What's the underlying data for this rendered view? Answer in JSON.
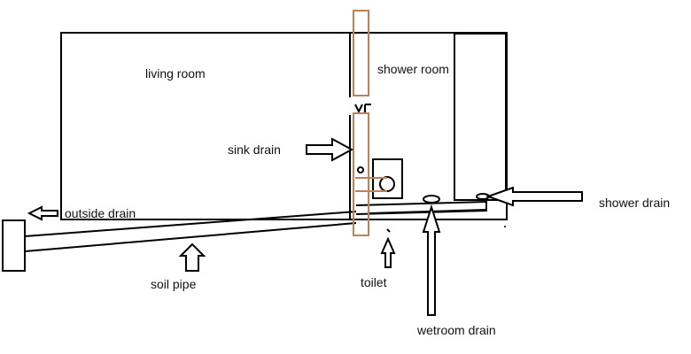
{
  "labels": {
    "living_room": "living room",
    "shower_room": "shower room",
    "sink_drain": "sink drain",
    "outside_drain": "outside drain",
    "shower_drain": "shower drain",
    "soil_pipe": "soil pipe",
    "toilet": "toilet",
    "wetroom_drain": "wetroom drain"
  },
  "colors": {
    "line": "#000000",
    "pipe_highlight": "#c0805a",
    "background": "#ffffff"
  }
}
